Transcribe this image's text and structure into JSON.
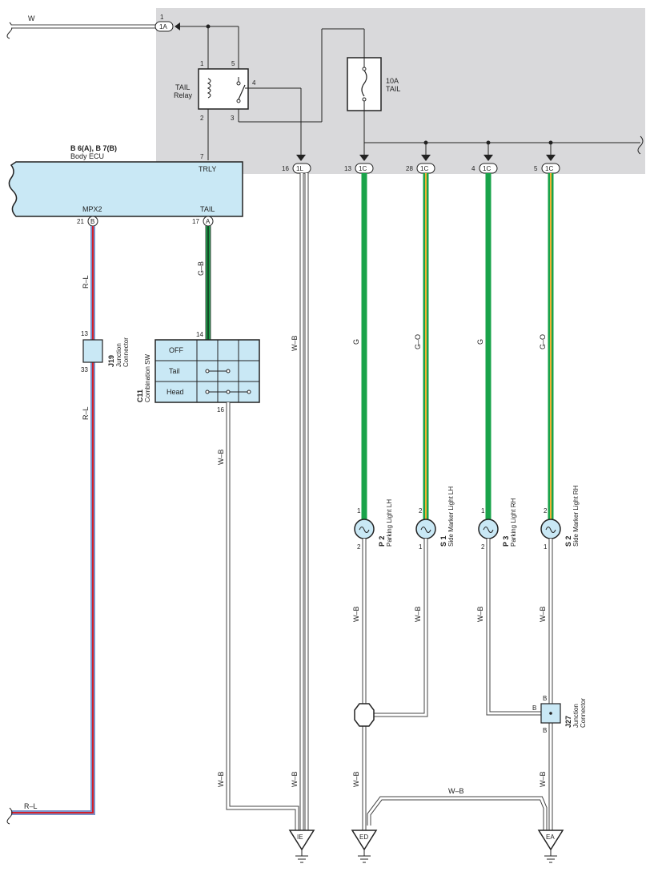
{
  "relay_block": {
    "relay": {
      "name_line1": "TAIL",
      "name_line2": "Relay",
      "pin1": "1",
      "pin2": "2",
      "pin3": "3",
      "pin4": "4",
      "pin5": "5"
    },
    "fuse": {
      "rating": "10A",
      "name": "TAIL"
    },
    "input": {
      "pin": "1",
      "connector": "1A"
    }
  },
  "wires": {
    "input_top": "W",
    "mpx2_line": "R–L",
    "j19_out": "R–L",
    "bottom_left": "R–L",
    "tail_line": "G–B",
    "comb_ground": "W–B",
    "comb_ground2": "W–B",
    "ecu_ground": "W–B",
    "ecu_ground2": "W–B",
    "p2_in": "G",
    "s1_in": "G–O",
    "p3_in": "G",
    "s2_in": "G–O",
    "p2_out": "W–B",
    "s1_out": "W–B",
    "p3_out": "W–B",
    "s2_out": "W–B",
    "ed_line": "W–B",
    "ea_line": "W–B",
    "ed_ea": "W–B"
  },
  "connectors": [
    {
      "pin": "16",
      "code": "1L"
    },
    {
      "pin": "13",
      "code": "1C"
    },
    {
      "pin": "28",
      "code": "1C"
    },
    {
      "pin": "4",
      "code": "1C"
    },
    {
      "pin": "5",
      "code": "1C"
    }
  ],
  "ecu": {
    "title": "B 6(A), B 7(B)",
    "name": "Body ECU",
    "trly_pin": "7",
    "trly": "TRLY",
    "mpx2": "MPX2",
    "tail": "TAIL",
    "mpx2_pin": "21",
    "mpx2_conn": "B",
    "tail_pin": "17",
    "tail_conn": "A"
  },
  "j19": {
    "code": "J19",
    "name_line1": "Junction",
    "name_line2": "Connector",
    "pin_top": "13",
    "pin_bottom": "33"
  },
  "combination_sw": {
    "code": "C11",
    "name": "Combination SW",
    "pin_in": "14",
    "pin_out": "16",
    "rows": [
      "OFF",
      "Tail",
      "Head"
    ]
  },
  "lamps": [
    {
      "code": "P 2",
      "name": "Parking Light LH",
      "pin_in": "1",
      "pin_out": "2"
    },
    {
      "code": "S 1",
      "name": "Side Marker Light LH",
      "pin_in": "2",
      "pin_out": "1"
    },
    {
      "code": "P 3",
      "name": "Parking Light RH",
      "pin_in": "1",
      "pin_out": "2"
    },
    {
      "code": "S 2",
      "name": "Side Marker Light RH",
      "pin_in": "2",
      "pin_out": "1"
    }
  ],
  "j27": {
    "code": "J27",
    "name_line1": "Junction",
    "name_line2": "Connector",
    "pin_top": "B",
    "pin_left": "B",
    "pin_bottom": "B"
  },
  "grounds": [
    "IE",
    "ED",
    "EA"
  ],
  "colors": {
    "panel": "#d9d9db",
    "component_fill": "#c9e8f5",
    "wire_green": "#1aa34a",
    "wire_orange_stripe": "#f2b233",
    "wire_red": "#d21f2b",
    "wire_blue": "#7d93c9",
    "wire_white_outline": "#444444"
  }
}
